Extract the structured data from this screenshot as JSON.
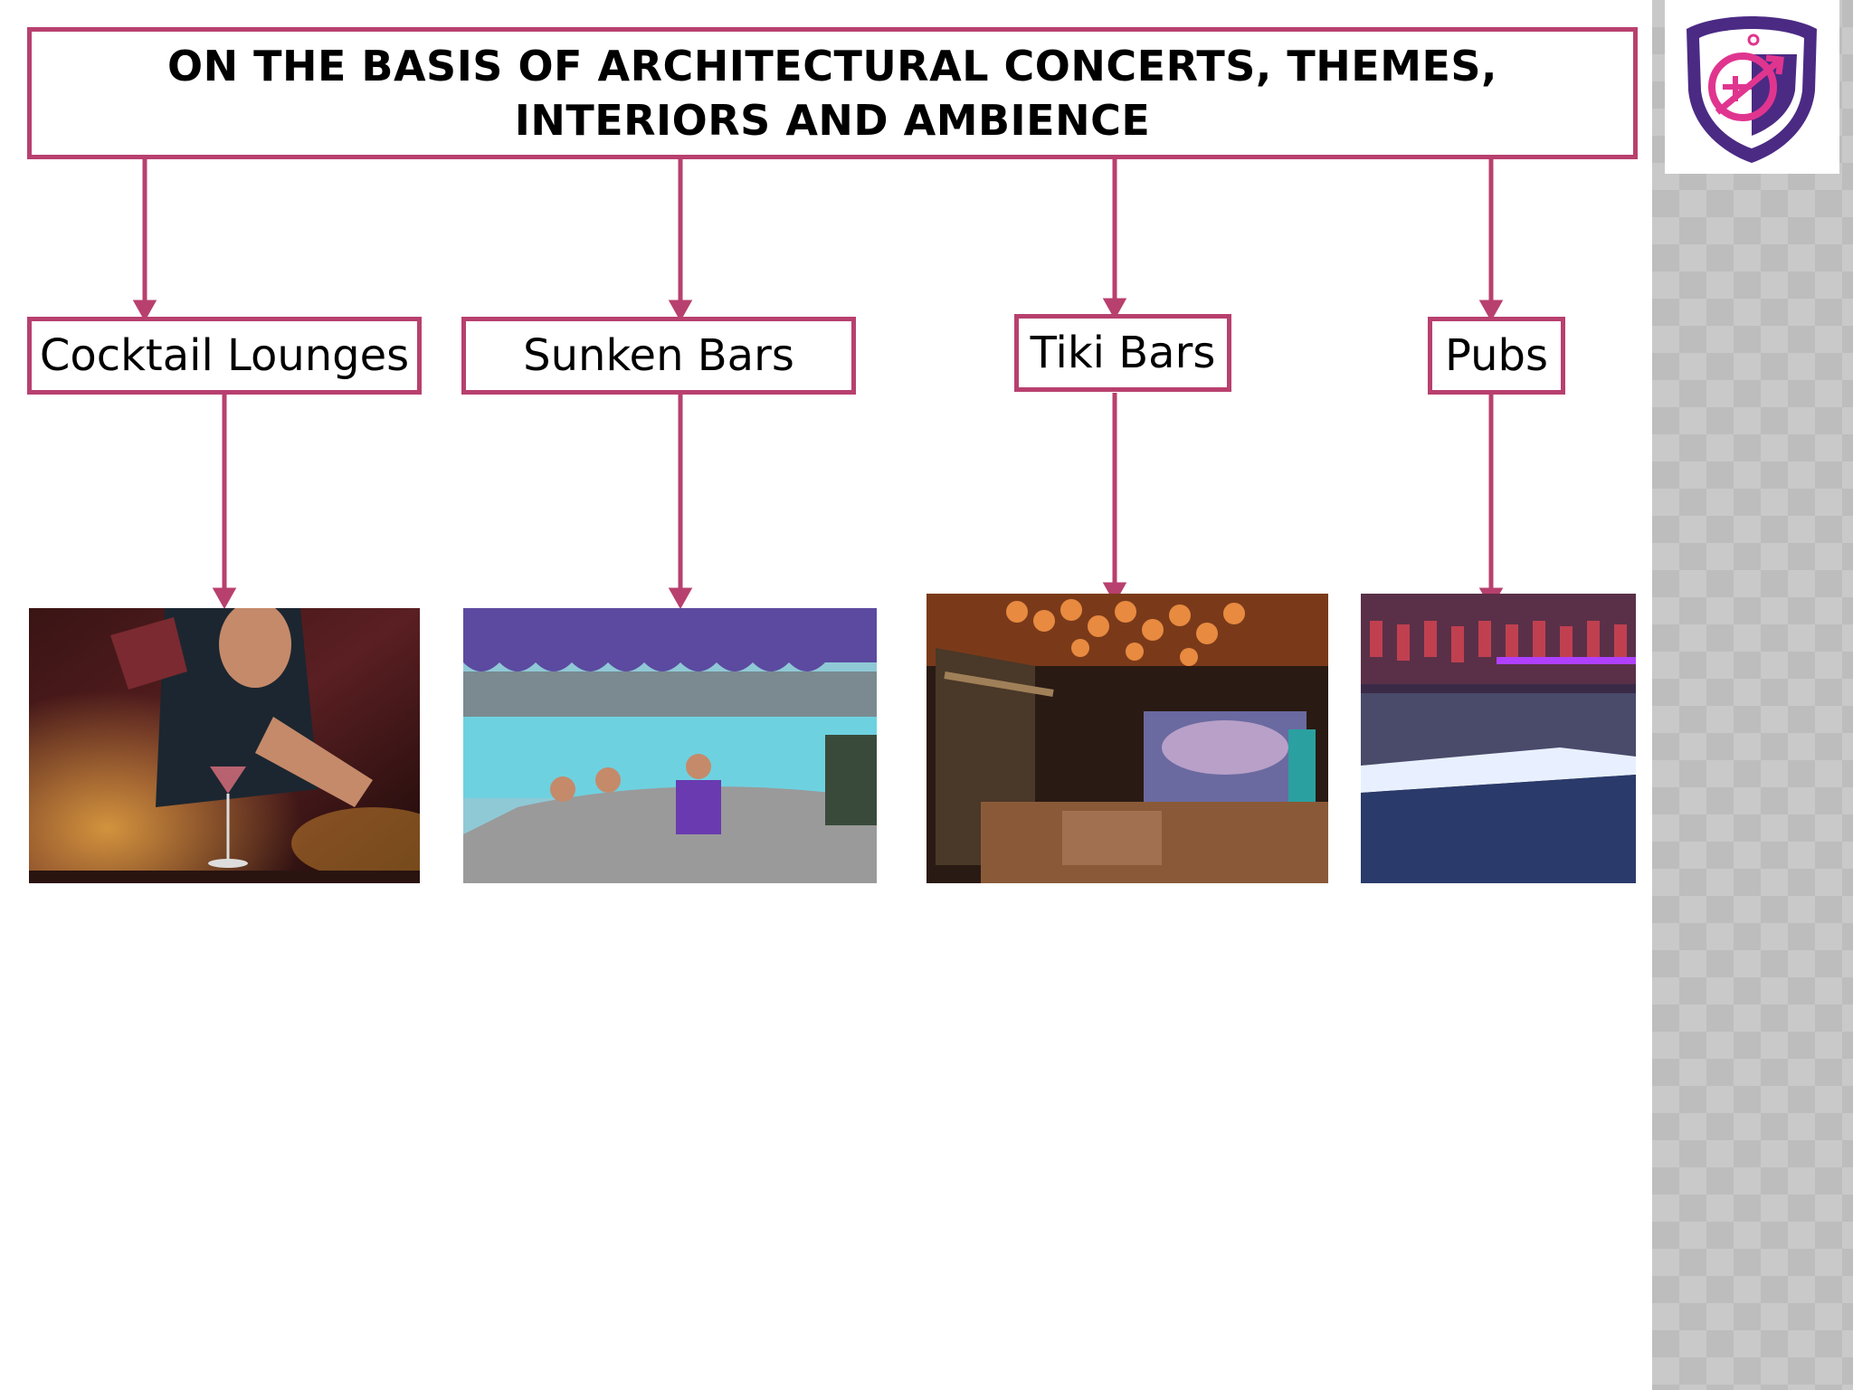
{
  "title": "ON THE BASIS OF ARCHITECTURAL CONCERTS, THEMES, INTERIORS AND AMBIENCE",
  "categories": [
    {
      "label": "Cocktail Lounges"
    },
    {
      "label": "Sunken Bars"
    },
    {
      "label": "Tiki Bars"
    },
    {
      "label": "Pubs"
    }
  ],
  "colors": {
    "accent": "#b8406e",
    "logo_purple": "#4b2a84",
    "logo_pink": "#e0358f"
  },
  "icons": {
    "logo": "shield-arrow-logo"
  }
}
